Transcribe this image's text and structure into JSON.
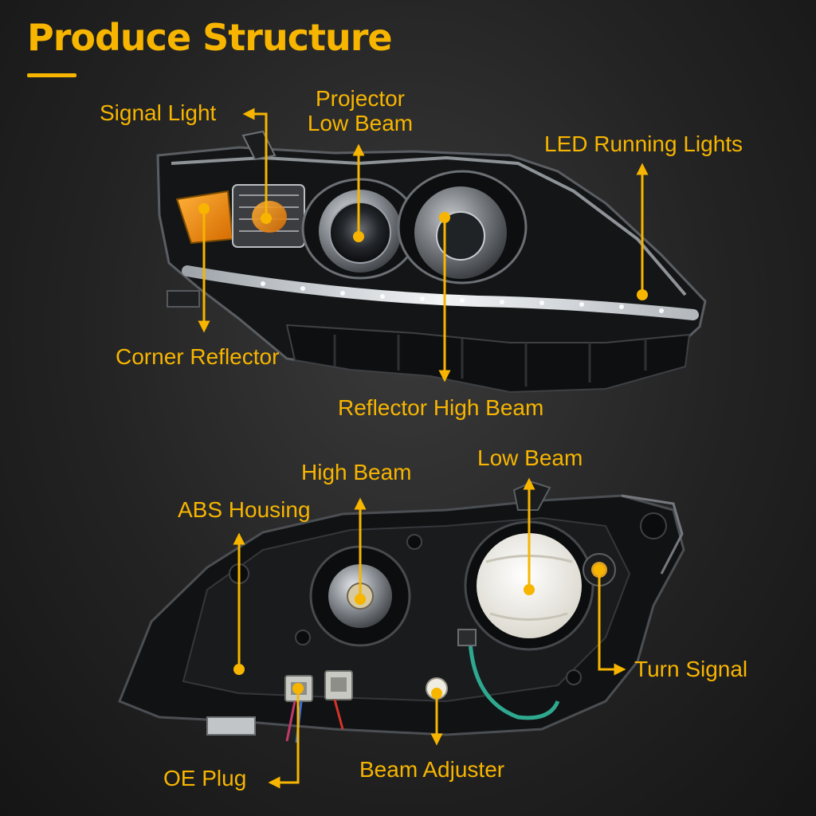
{
  "title": "Produce Structure",
  "colors": {
    "accent": "#f7b500",
    "background": "#222222",
    "amber_lens": "#f08a10",
    "cap": "#efede4"
  },
  "front_view": {
    "signal_light": "Signal Light",
    "projector_low_beam": [
      "Projector",
      "Low Beam"
    ],
    "led_running_lights": "LED Running Lights",
    "corner_reflector": "Corner Reflector",
    "reflector_high_beam": "Reflector High Beam"
  },
  "rear_view": {
    "high_beam": "High Beam",
    "low_beam": "Low Beam",
    "abs_housing": "ABS Housing",
    "turn_signal": "Turn Signal",
    "oe_plug": "OE Plug",
    "beam_adjuster": "Beam Adjuster"
  }
}
